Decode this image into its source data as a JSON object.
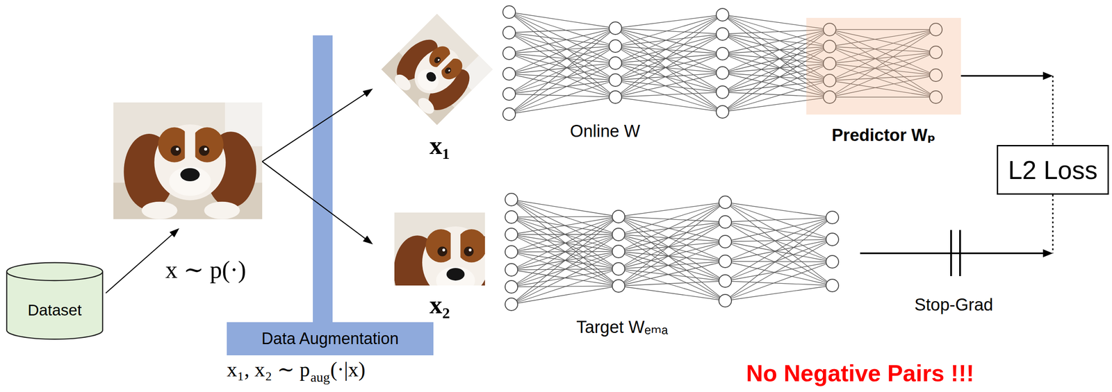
{
  "diagram": {
    "nodes": [
      {
        "text": [
          "Dataset"
        ]
      },
      {
        "text": [
          "Data Augmentation"
        ]
      },
      {
        "text": [
          "Predictor Wₚ"
        ]
      },
      {
        "text": [
          "L2 Loss"
        ]
      }
    ],
    "edges": [
      {
        "from": 2,
        "to": 3,
        "arrow": "to"
      }
    ],
    "labels": [
      "x ∼ p(·)",
      "x₁, x₂ ∼ p",
      "aug",
      "(·|x)",
      "x₁",
      "x₂",
      "Online W",
      "Target Wₑₘₐ",
      "Stop-Grad",
      "No Negative Pairs !!!"
    ]
  }
}
